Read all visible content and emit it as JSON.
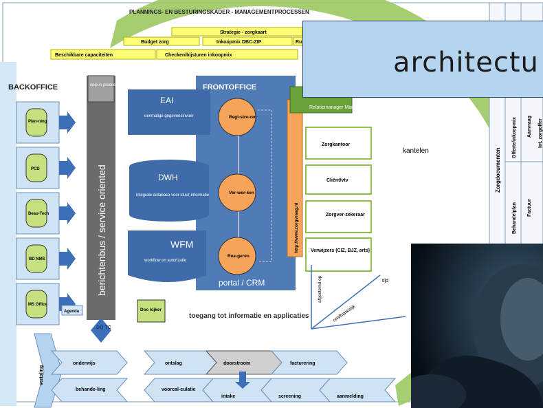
{
  "diagram": {
    "title": "PLANNINGS- EN BESTURINGSKADER   - MANAGEMENTPROCESSEN",
    "top_bars": {
      "row1": [
        "Strategie - zorgkaart"
      ],
      "row2": [
        "Budget zorg",
        "Inkoopmix DBC-ZIP",
        "Ru"
      ],
      "row3": [
        "Beschikbare capaciteiten",
        "Checken/bijsturen inkoopmix"
      ]
    },
    "backoffice": {
      "label": "BACKOFFICE",
      "cylinders": [
        "Plan-ning",
        "PCD",
        "Beau-Tech",
        "BD NMS",
        "MS Office"
      ],
      "agenda": "Agenda",
      "bus_label": "berichtenbus / service oriented",
      "knip_label": "knip in proces",
      "dq_label": "DQ TC"
    },
    "frontoffice": {
      "label": "FRONTOFFICE",
      "steps": [
        "Regi-stre-ren",
        "Ver-wer-ken",
        "Rea-geren"
      ],
      "portal_label": "portal / CRM",
      "www_label": "http://www.zorgvraag.nl"
    },
    "systems": [
      {
        "name": "EAI",
        "desc": "eenmalige gegevensinvoer"
      },
      {
        "name": "DWH",
        "desc": "integrale database voor stuur-informatie"
      },
      {
        "name": "WFM",
        "desc": "workflow en autorizatie"
      }
    ],
    "docviewer": "Doc kijker",
    "access": "toegang tot informatie en applicaties",
    "right_boxes": [
      "Zorgkantoor",
      "Cliënt/vtv",
      "Zorgver-zekeraar",
      "Verwijzers (CIZ, BJZ, arts)"
    ],
    "manager_box": "Relatiemanager Manager",
    "kantelen": "kantelen",
    "axes": {
      "x_label": "onafhankelijk",
      "y_label": "afgestemd op",
      "z_label": "tijd"
    },
    "process_top": [
      "onderwijs",
      "ontslag",
      "doorstroom",
      "facturering"
    ],
    "process_bottom": [
      "behande-ling",
      "voorcal-culatie",
      "intake",
      "screening",
      "aanmelding"
    ],
    "left_vertical": "vertaling",
    "right_columns": [
      "Zorgdocumenten",
      "Offerte/inkoopmix",
      "Aanvraag",
      "Int. zorgoffer",
      "Behandelplan",
      "Factuur"
    ]
  },
  "overlay": {
    "title": "architectu"
  },
  "colors": {
    "accent": "#5d8ac0",
    "green": "#8fc24a",
    "yellow": "#ffff66",
    "orange": "#f5a45a"
  }
}
